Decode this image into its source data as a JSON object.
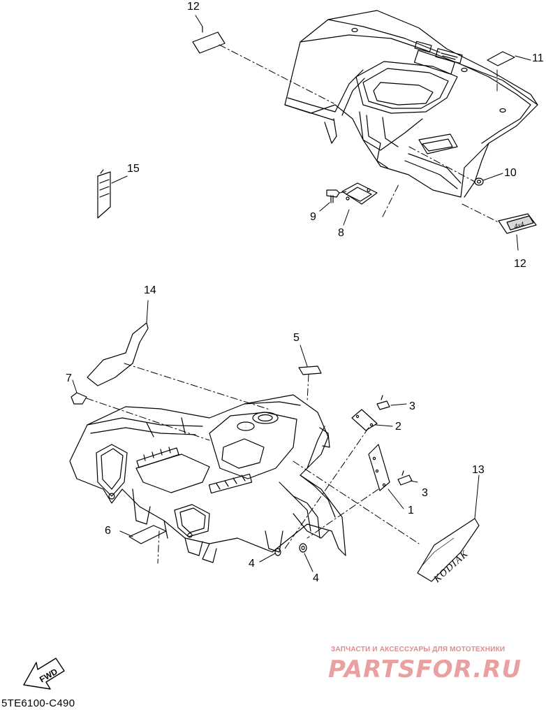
{
  "callouts": [
    {
      "id": "c12a",
      "text": "12"
    },
    {
      "id": "c11",
      "text": "11"
    },
    {
      "id": "c15",
      "text": "15"
    },
    {
      "id": "c10",
      "text": "10"
    },
    {
      "id": "c9",
      "text": "9"
    },
    {
      "id": "c8",
      "text": "8"
    },
    {
      "id": "c12b",
      "text": "12"
    },
    {
      "id": "c14",
      "text": "14"
    },
    {
      "id": "c5",
      "text": "5"
    },
    {
      "id": "c7",
      "text": "7"
    },
    {
      "id": "c3a",
      "text": "3"
    },
    {
      "id": "c2",
      "text": "2"
    },
    {
      "id": "c13",
      "text": "13"
    },
    {
      "id": "c3b",
      "text": "3"
    },
    {
      "id": "c1",
      "text": "1"
    },
    {
      "id": "c6",
      "text": "6"
    },
    {
      "id": "c4a",
      "text": "4"
    },
    {
      "id": "c4b",
      "text": "4"
    }
  ],
  "fwd_label": "FWD",
  "decal_text": "KODIAK",
  "decal_4x4": "4x4",
  "diagram_code": "5TE6100-C490",
  "watermark": {
    "tagline": "ЗАПЧАСТИ И АКСЕССУАРЫ ДЛЯ МОТОТЕХНИКИ",
    "brand": "PARTSFOR.RU"
  }
}
